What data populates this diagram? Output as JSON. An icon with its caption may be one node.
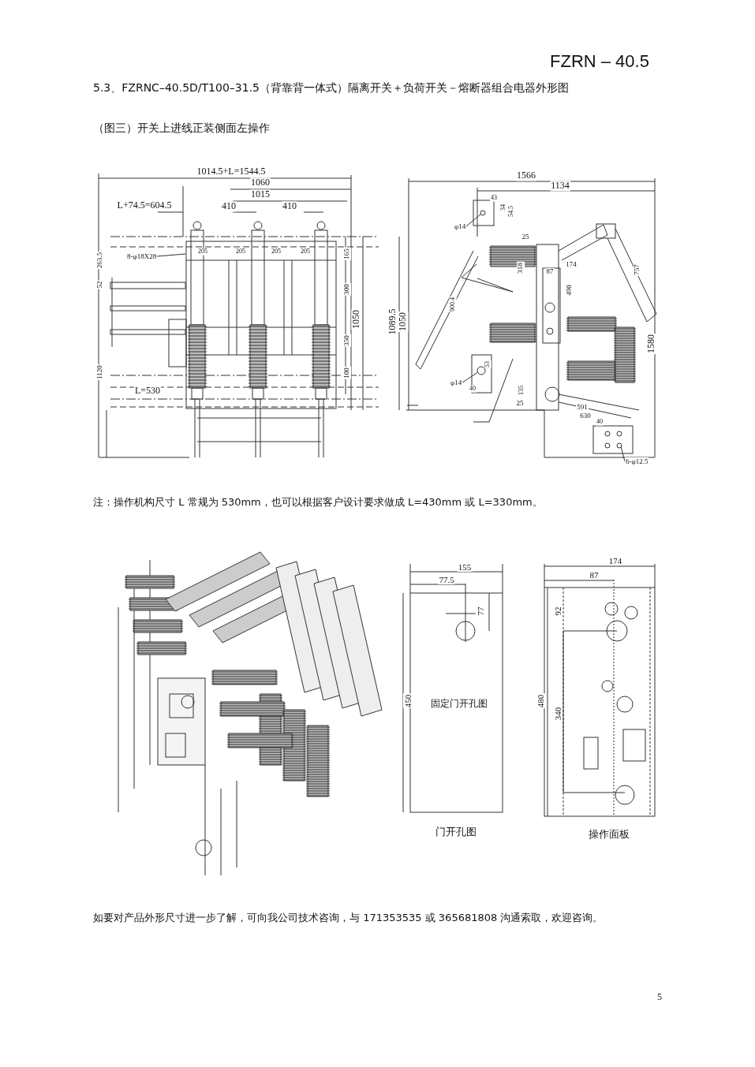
{
  "diagram": {
    "title": "5.3、FZRNC–40.5D/T100–31.5（背靠背一体式）隔离开关＋负荷开关－熔断器组合电器外形图",
    "nodes": [
      {
        "text": [
          "8-φ18X28"
        ]
      },
      {
        "text": [
          "φ14"
        ]
      },
      {
        "text": [
          "φ14"
        ]
      },
      {
        "text": [
          "6-φ12.5"
        ]
      },
      {
        "text": [],
        "shape": "circle"
      },
      {
        "text": [],
        "shape": "circle"
      },
      {
        "text": [],
        "shape": "circle"
      }
    ],
    "edges": [
      {
        "from": 0,
        "to": null,
        "arrow": "none"
      },
      {
        "from": 1,
        "to": 4,
        "arrow": "none"
      },
      {
        "from": 2,
        "to": 5,
        "arrow": "none"
      },
      {
        "from": 3,
        "to": 6,
        "arrow": "none"
      }
    ],
    "labels": [
      "FZRN – 40.5",
      "（图三）开关上进线正装侧面左操作",
      "1014.5+L=1544.5",
      "1060",
      "1015",
      "L+74.5=604.5",
      "410",
      "410",
      "205",
      "205",
      "205",
      "205",
      "263.5",
      "52",
      "165",
      "300",
      "1050",
      "350",
      "100",
      "1120",
      "L=530",
      "1566",
      "1134",
      "43",
      "34",
      "54.5",
      "25",
      "318",
      "174",
      "87",
      "490",
      "757",
      "1089.5",
      "1050",
      "900.4",
      "53",
      "40",
      "135",
      "25",
      "591",
      "630",
      "1580",
      "40",
      "注：操作机构尺寸 L 常规为 530mm，也可以根据客户设计要求做成 L=430mm 或 L=330mm。",
      "155",
      "77.5",
      "77",
      "450",
      "固定门开孔图",
      "门开孔图",
      "174",
      "87",
      "92",
      "480",
      "340",
      "操作面板",
      "如要对产品外形尺寸进一步了解，可向我公司技术咨询，与 171353535 或 365681808 沟通索取，欢迎咨询。",
      "5"
    ]
  }
}
